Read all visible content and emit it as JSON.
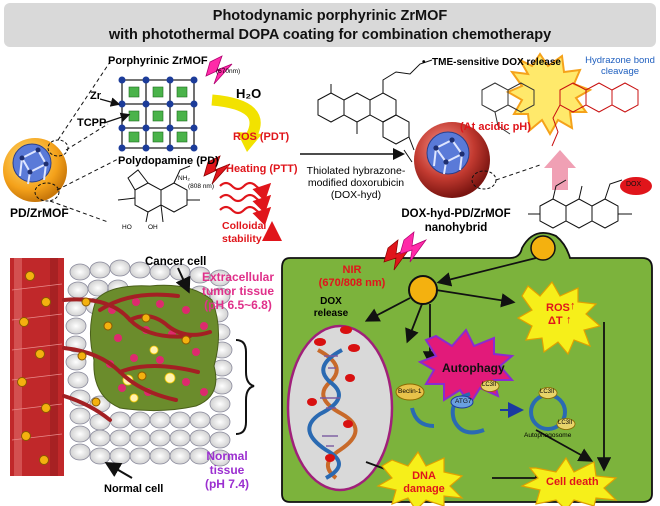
{
  "title": {
    "line1": "Photodynamic porphyrinic ZrMOF",
    "line2": "with photothermal DOPA coating for combination chemotherapy"
  },
  "top_left": {
    "porphyrinic": "Porphyrinic ZrMOF",
    "wavelength_670": "(670nm)",
    "zr": "Zr",
    "tcpp": "TCPP",
    "h2o": "H₂O",
    "ros": "ROS (PDT)",
    "polydopamine": "Polydopamine (PD)",
    "wavelength_808": "(808 nm)",
    "heating": "Heating (PTT)",
    "colloidal": "Colloidal",
    "stability": "stability",
    "pd_zrmof": "PD/ZrMOF",
    "nh2": "NH₂",
    "ho": "HO",
    "oh": "OH"
  },
  "top_middle": {
    "thiolated1": "Thiolated hybrazone-",
    "thiolated2": "modified doxorubicin",
    "thiolated3": "(DOX-hyd)"
  },
  "top_right": {
    "tme": "TME-sensitive DOX release",
    "bullet": "•",
    "hydrazone1": "Hydrazone bond",
    "hydrazone2": "cleavage",
    "acidic": "(At acidic pH)",
    "nanohybrid1": "DOX-hyd-PD/ZrMOF",
    "nanohybrid2": "nanohybrid",
    "dox_badge": "DOX"
  },
  "bottom_left": {
    "cancer_cell": "Cancer cell",
    "extracellular1": "Extracellular",
    "extracellular2": "tumor tissue",
    "extracellular3": "(pH 6.5~6.8)",
    "normal1": "Normal",
    "normal2": "tissue",
    "normal3": "(pH 7.4)",
    "normal_cell": "Normal cell"
  },
  "bottom_right": {
    "nir1": "NIR",
    "nir2": "(670/808 nm)",
    "dox_release1": "DOX",
    "dox_release2": "release",
    "autophagy": "Autophagy",
    "ros": "ROS",
    "delta_t": "ΔT",
    "up_arrow": "↑",
    "beclin": "Beclin-1",
    "atg7": "ATG7",
    "lc3ii": "LC3II",
    "autophagosome": "Autophagosome",
    "dna1": "DNA",
    "dna2": "damage",
    "cell_death": "Cell death"
  },
  "colors": {
    "banner": "#d9d9d9",
    "red_text": "#e0151b",
    "blue_text": "#1f5fbf",
    "pink_text": "#e0308a",
    "purple_text": "#9b2fd0",
    "cell_green": "#7cb33c",
    "sphere_orange": "#f4a11a",
    "vessel_red": "#c0282a"
  }
}
